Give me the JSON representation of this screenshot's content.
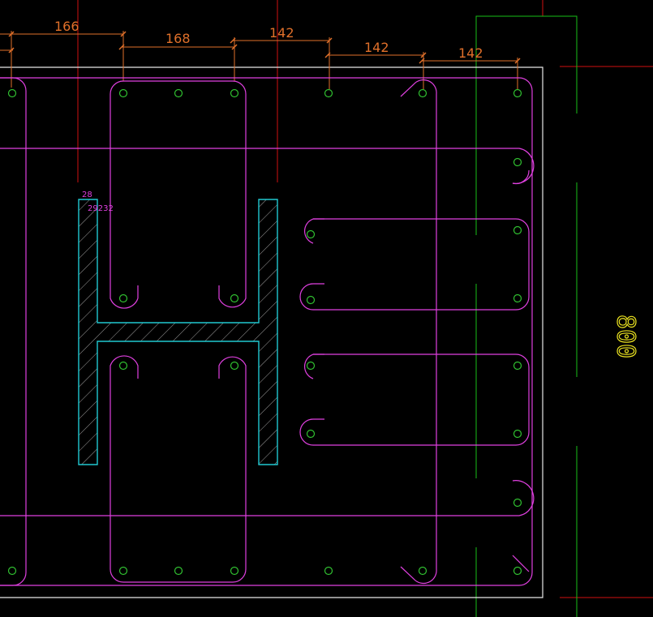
{
  "colors": {
    "background": "#000000",
    "dimension": "#e0702a",
    "axis_red": "#d01010",
    "axis_green": "#18c018",
    "rebar": "#e040e0",
    "bar_dot": "#30c030",
    "steel": "#20c8d0",
    "hatch": "#a0a0a0",
    "outline": "#e8e8e8",
    "yellow_text": "#e8e020"
  },
  "dimensions": [
    "166",
    "168",
    "142",
    "142",
    "142"
  ],
  "steel_labels": {
    "mark": "28",
    "section": "29232"
  },
  "side_text": "800",
  "icons": {
    "bar_dot": "circle-icon",
    "dim_tick": "tick-mark-icon"
  }
}
